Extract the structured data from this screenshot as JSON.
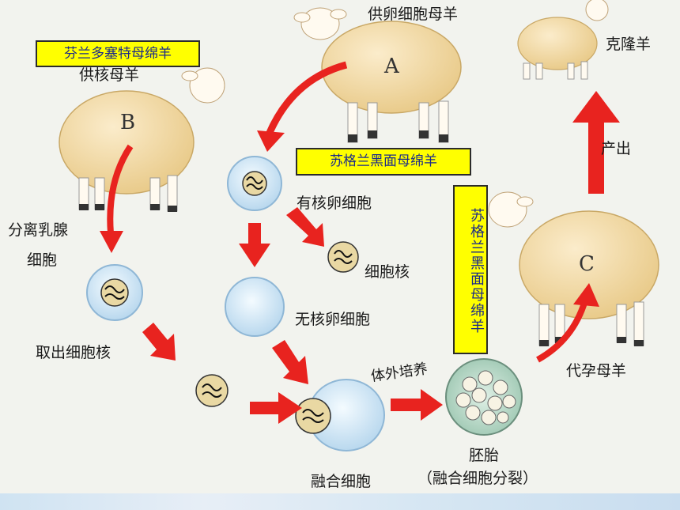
{
  "sheep": {
    "a_letter": "A",
    "b_letter": "B",
    "c_letter": "C"
  },
  "labels": {
    "egg_donor_ewe": "供卵细胞母羊",
    "nucleus_donor_ewe": "供核母羊",
    "clone_sheep": "克隆羊",
    "isolate_mammary_cells_line1": "分离乳腺",
    "isolate_mammary_cells_line2": "细胞",
    "nucleated_egg": "有核卵细胞",
    "cell_nucleus": "细胞核",
    "enucleated_egg": "无核卵细胞",
    "extract_nucleus": "取出细胞核",
    "in_vitro_culture": "体外培养",
    "fused_cell": "融合细胞",
    "embryo": "胚胎",
    "embryo_note": "（融合细胞分裂）",
    "born": "产出",
    "surrogate_ewe": "代孕母羊"
  },
  "tags": {
    "finn_dorset": "芬兰多塞特母绵羊",
    "scottish_blackface_1": "苏格兰黑面母绵羊",
    "scottish_blackface_2": "苏格兰黑面母绵羊"
  },
  "colors": {
    "arrow_red": "#e8231f",
    "tag_yellow": "#ffff00",
    "cell_blue": "#d6e9f5",
    "sheep_wool": "#f3dca6"
  }
}
